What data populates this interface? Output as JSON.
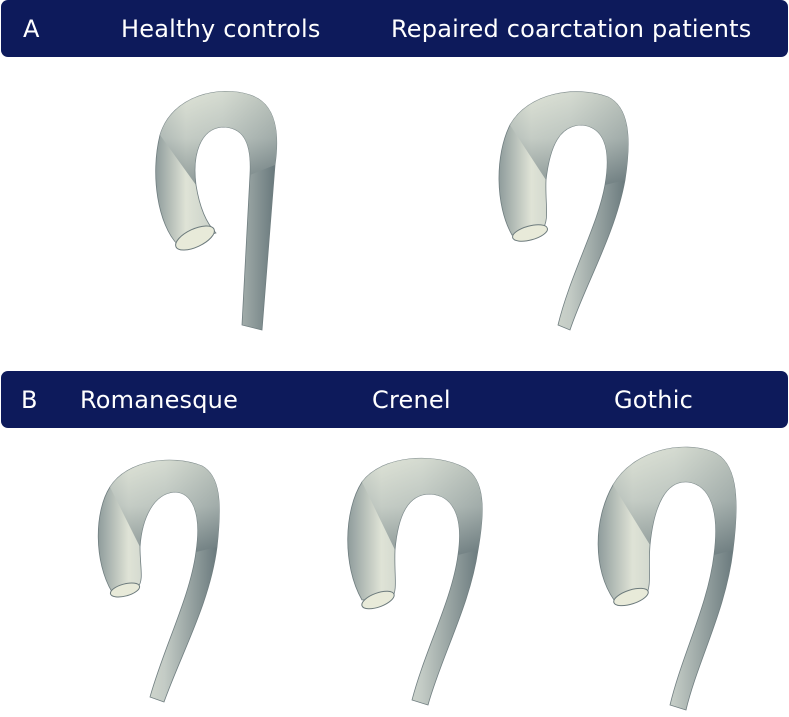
{
  "panels": [
    {
      "letter": "A",
      "labels": [
        "Healthy controls",
        "Repaired coarctation patients"
      ],
      "models": [
        "healthy-control-aorta",
        "repaired-coarctation-aorta"
      ]
    },
    {
      "letter": "B",
      "labels": [
        "Romanesque",
        "Crenel",
        "Gothic"
      ],
      "models": [
        "romanesque-aorta",
        "crenel-aorta",
        "gothic-aorta"
      ]
    }
  ],
  "colors": {
    "banner": "#0d1a5b",
    "banner_text": "#ffffff",
    "surface_light": "#e6e8dc",
    "surface_mid": "#b7c0bb",
    "surface_dark": "#5f6f73"
  }
}
